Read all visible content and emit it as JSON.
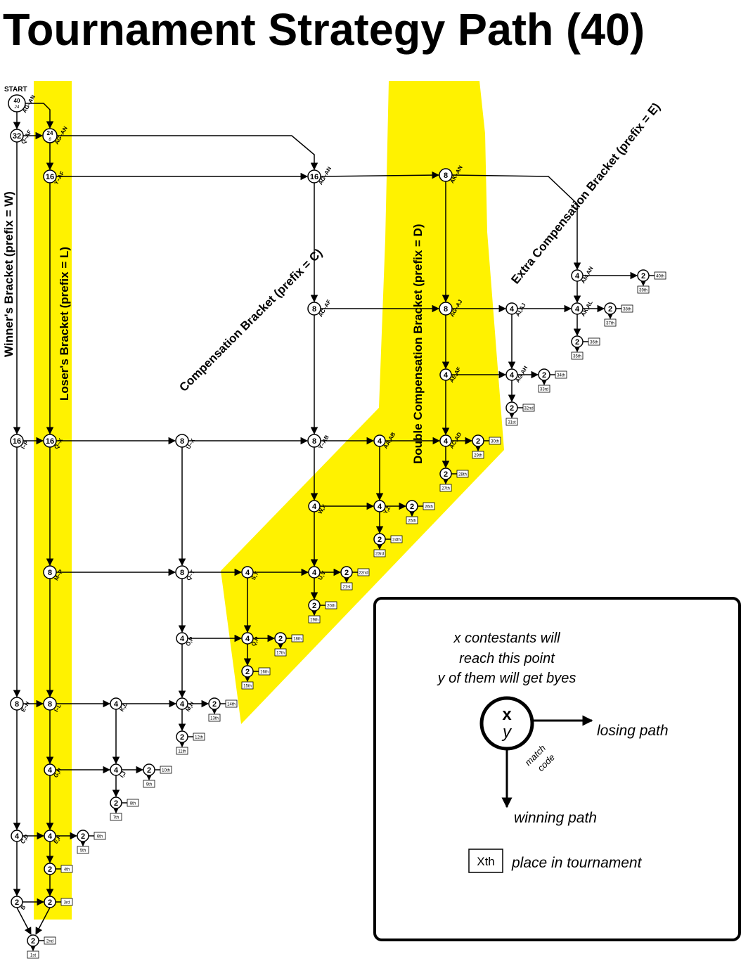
{
  "title": "Tournament Strategy Path (40)",
  "start_label": "START",
  "colors": {
    "highlight": "#fff200",
    "stroke": "#000000",
    "background": "#ffffff"
  },
  "brackets": [
    {
      "id": "winners",
      "label": "Winner's Bracket (prefix = W)"
    },
    {
      "id": "losers",
      "label": "Loser's Bracket (prefix = L)"
    },
    {
      "id": "compensation",
      "label": "Compensation Bracket (prefix = C)"
    },
    {
      "id": "double",
      "label": "Double Compensation Bracket (prefix = D)"
    },
    {
      "id": "extra",
      "label": "Extra Compensation Bracket (prefix = E)"
    }
  ],
  "nodes": [
    {
      "id": "n1",
      "x": "40",
      "y": "24",
      "code": "AG–AN"
    },
    {
      "id": "n2",
      "x": "32",
      "code": "Q–AF"
    },
    {
      "id": "n3",
      "x": "24",
      "y": "8",
      "code": "AG–AN"
    },
    {
      "id": "n4",
      "x": "16",
      "code": "Y–AF"
    },
    {
      "id": "n5",
      "x": "16",
      "code": "AG–AN"
    },
    {
      "id": "n6",
      "x": "8",
      "code": "AK–AN"
    },
    {
      "id": "n7",
      "x": "4",
      "code": "AM,AN"
    },
    {
      "id": "n8",
      "x": "2"
    },
    {
      "id": "n9",
      "x": "8",
      "code": "AC–AF"
    },
    {
      "id": "n10",
      "x": "8",
      "code": "AG–AJ"
    },
    {
      "id": "n11",
      "x": "4",
      "code": "AI,AJ"
    },
    {
      "id": "n12",
      "x": "4",
      "code": "AK,AL"
    },
    {
      "id": "n13",
      "x": "2"
    },
    {
      "id": "n14",
      "x": "2"
    },
    {
      "id": "n15",
      "x": "4",
      "code": "AE,AF"
    },
    {
      "id": "n16",
      "x": "4",
      "code": "AG,AH"
    },
    {
      "id": "n17",
      "x": "2"
    },
    {
      "id": "n18",
      "x": "2"
    },
    {
      "id": "n19",
      "x": "16",
      "code": "I–P"
    },
    {
      "id": "n20",
      "x": "16",
      "code": "Q–X"
    },
    {
      "id": "n21",
      "x": "8",
      "code": "U–X"
    },
    {
      "id": "n22",
      "x": "8",
      "code": "Y–AB"
    },
    {
      "id": "n23",
      "x": "4",
      "code": "AA,AB"
    },
    {
      "id": "n24",
      "x": "4",
      "code": "AC,AD"
    },
    {
      "id": "n25",
      "x": "2"
    },
    {
      "id": "n26",
      "x": "2"
    },
    {
      "id": "n27",
      "x": "4",
      "code": "W,X"
    },
    {
      "id": "n28",
      "x": "4",
      "code": "Y,Z"
    },
    {
      "id": "n29",
      "x": "2"
    },
    {
      "id": "n30",
      "x": "2"
    },
    {
      "id": "n31",
      "x": "8",
      "code": "M–P"
    },
    {
      "id": "n32",
      "x": "8",
      "code": "Q–T"
    },
    {
      "id": "n33",
      "x": "4",
      "code": "S,T"
    },
    {
      "id": "n34",
      "x": "4",
      "code": "U,V"
    },
    {
      "id": "n35",
      "x": "2"
    },
    {
      "id": "n36",
      "x": "2"
    },
    {
      "id": "n37",
      "x": "4",
      "code": "O,P"
    },
    {
      "id": "n38",
      "x": "4",
      "code": "Q,R"
    },
    {
      "id": "n39",
      "x": "2"
    },
    {
      "id": "n40",
      "x": "2"
    },
    {
      "id": "n41",
      "x": "8",
      "code": "E–H"
    },
    {
      "id": "n42",
      "x": "8",
      "code": "I–L"
    },
    {
      "id": "n43",
      "x": "4",
      "code": "K,L"
    },
    {
      "id": "n44",
      "x": "4",
      "code": "M,N"
    },
    {
      "id": "n45",
      "x": "2"
    },
    {
      "id": "n46",
      "x": "2"
    },
    {
      "id": "n47",
      "x": "4",
      "code": "G,H"
    },
    {
      "id": "n48",
      "x": "4",
      "code": "I,J"
    },
    {
      "id": "n49",
      "x": "2"
    },
    {
      "id": "n50",
      "x": "2"
    },
    {
      "id": "n51",
      "x": "4",
      "code": "C,D"
    },
    {
      "id": "n52",
      "x": "4",
      "code": "E,F"
    },
    {
      "id": "n53",
      "x": "2"
    },
    {
      "id": "n54",
      "x": "2"
    },
    {
      "id": "n55",
      "x": "2",
      "code": "B"
    },
    {
      "id": "n56",
      "x": "2"
    },
    {
      "id": "n57",
      "x": "2"
    }
  ],
  "places": [
    {
      "id": "p40",
      "text": "40th"
    },
    {
      "id": "p39",
      "text": "39th"
    },
    {
      "id": "p38",
      "text": "38th"
    },
    {
      "id": "p37",
      "text": "37th"
    },
    {
      "id": "p36",
      "text": "36th"
    },
    {
      "id": "p35",
      "text": "35th"
    },
    {
      "id": "p34",
      "text": "34th"
    },
    {
      "id": "p33",
      "text": "33rd"
    },
    {
      "id": "p32",
      "text": "32nd"
    },
    {
      "id": "p31",
      "text": "31st"
    },
    {
      "id": "p30",
      "text": "30th"
    },
    {
      "id": "p29",
      "text": "29th"
    },
    {
      "id": "p28",
      "text": "28th"
    },
    {
      "id": "p27",
      "text": "27th"
    },
    {
      "id": "p26",
      "text": "26th"
    },
    {
      "id": "p25",
      "text": "25th"
    },
    {
      "id": "p24",
      "text": "24th"
    },
    {
      "id": "p23",
      "text": "23rd"
    },
    {
      "id": "p22",
      "text": "22nd"
    },
    {
      "id": "p21",
      "text": "21st"
    },
    {
      "id": "p20",
      "text": "20th"
    },
    {
      "id": "p19",
      "text": "19th"
    },
    {
      "id": "p18",
      "text": "18th"
    },
    {
      "id": "p17",
      "text": "17th"
    },
    {
      "id": "p16",
      "text": "16th"
    },
    {
      "id": "p15",
      "text": "15th"
    },
    {
      "id": "p14",
      "text": "14th"
    },
    {
      "id": "p13",
      "text": "13th"
    },
    {
      "id": "p12",
      "text": "12th"
    },
    {
      "id": "p11",
      "text": "11th"
    },
    {
      "id": "p10",
      "text": "10th"
    },
    {
      "id": "p9",
      "text": "9th"
    },
    {
      "id": "p8",
      "text": "8th"
    },
    {
      "id": "p7",
      "text": "7th"
    },
    {
      "id": "p6",
      "text": "6th"
    },
    {
      "id": "p5",
      "text": "5th"
    },
    {
      "id": "p4",
      "text": "4th"
    },
    {
      "id": "p3",
      "text": "3rd"
    },
    {
      "id": "p2",
      "text": "2nd"
    },
    {
      "id": "p1",
      "text": "1st"
    }
  ],
  "legend": {
    "line1": "x contestants will",
    "line2": "reach this point",
    "line3": "y of them will get byes",
    "node_x": "x",
    "node_y": "y",
    "losing": "losing path",
    "winning": "winning path",
    "match_code_1": "match",
    "match_code_2": "code",
    "place_box": "Xth",
    "place_text": "place in tournament"
  }
}
